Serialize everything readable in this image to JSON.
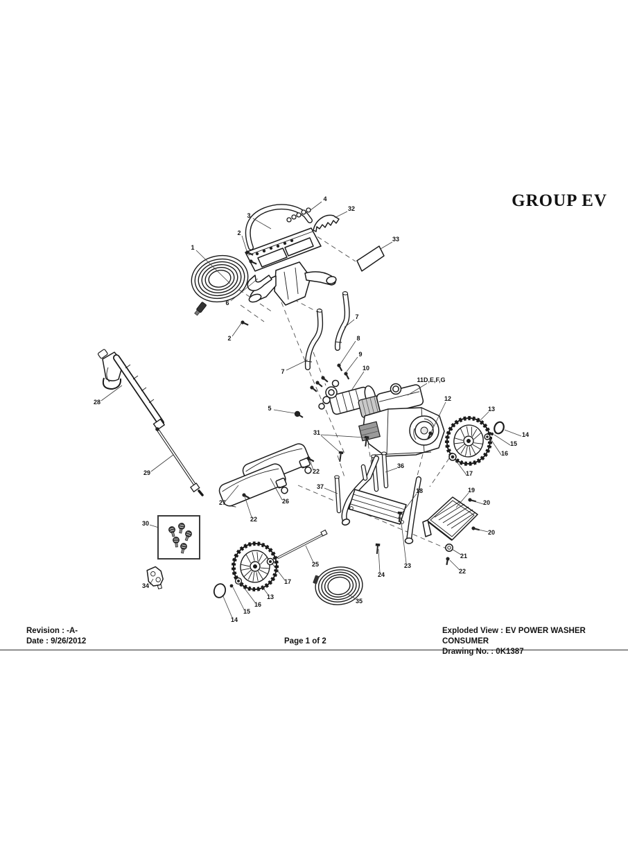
{
  "page": {
    "group_title": "GROUP EV",
    "footer": {
      "revision": "Revision : -A-",
      "date": "Date : 9/26/2012",
      "page_indicator": "Page 1 of 2",
      "exploded_view": "Exploded View : EV POWER WASHER CONSUMER",
      "drawing_no": "Drawing No. : 0K1387"
    }
  },
  "diagram": {
    "description": "Exploded parts view of an EV consumer power washer: high-pressure hose, handle assembly, frame tubes, pump, engine, wheels, detergent tanks, cart frame, base, spray gun, wand, nozzle kit and hardware",
    "ink_color": "#1a1a1a",
    "engine_label": "11D,E,F,G",
    "callouts": [
      {
        "text": "1"
      },
      {
        "text": "2"
      },
      {
        "text": "3"
      },
      {
        "text": "4"
      },
      {
        "text": "32"
      },
      {
        "text": "33"
      },
      {
        "text": "6"
      },
      {
        "text": "2"
      },
      {
        "text": "7"
      },
      {
        "text": "7"
      },
      {
        "text": "8"
      },
      {
        "text": "9"
      },
      {
        "text": "10"
      },
      {
        "text": "11D,E,F,G"
      },
      {
        "text": "12"
      },
      {
        "text": "5"
      },
      {
        "text": "31"
      },
      {
        "text": "13"
      },
      {
        "text": "14"
      },
      {
        "text": "15"
      },
      {
        "text": "16"
      },
      {
        "text": "17"
      },
      {
        "text": "28"
      },
      {
        "text": "29"
      },
      {
        "text": "27"
      },
      {
        "text": "26"
      },
      {
        "text": "22"
      },
      {
        "text": "22"
      },
      {
        "text": "36"
      },
      {
        "text": "37"
      },
      {
        "text": "18"
      },
      {
        "text": "19"
      },
      {
        "text": "20"
      },
      {
        "text": "20"
      },
      {
        "text": "21"
      },
      {
        "text": "22"
      },
      {
        "text": "23"
      },
      {
        "text": "24"
      },
      {
        "text": "25"
      },
      {
        "text": "35"
      },
      {
        "text": "30"
      },
      {
        "text": "34"
      },
      {
        "text": "17"
      },
      {
        "text": "13"
      },
      {
        "text": "16"
      },
      {
        "text": "15"
      },
      {
        "text": "14"
      }
    ]
  }
}
